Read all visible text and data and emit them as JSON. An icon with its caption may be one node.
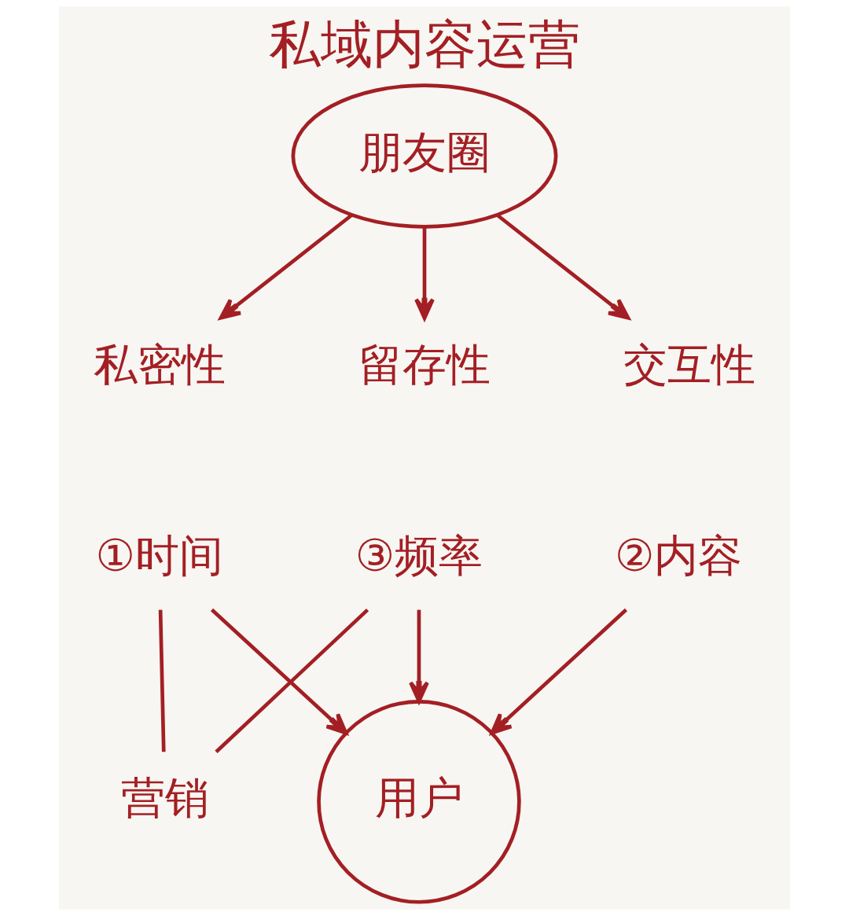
{
  "diagram": {
    "title": "私域内容运营",
    "nodes": [
      {
        "text": [
          "朋友圈"
        ]
      },
      {
        "text": [
          "私密性"
        ]
      },
      {
        "text": [
          "留存性"
        ]
      },
      {
        "text": [
          "交互性"
        ]
      },
      {
        "text": [
          "营销"
        ]
      },
      {
        "text": [
          "①时间"
        ]
      },
      {
        "text": [
          "②内容"
        ]
      },
      {
        "text": [
          "③频率"
        ]
      },
      {
        "text": [
          "用户"
        ]
      }
    ],
    "edges": [
      {
        "from": 0,
        "to": 1,
        "arrow": "to"
      },
      {
        "from": 0,
        "to": 2,
        "arrow": "to"
      },
      {
        "from": 0,
        "to": 3,
        "arrow": "to"
      },
      {
        "from": 4,
        "to": 5,
        "arrow": "none"
      },
      {
        "from": 4,
        "to": 7,
        "arrow": "none"
      },
      {
        "from": 5,
        "to": 8,
        "arrow": "to"
      },
      {
        "from": 6,
        "to": 8,
        "arrow": "to"
      },
      {
        "from": 7,
        "to": 8,
        "arrow": "to"
      }
    ]
  }
}
